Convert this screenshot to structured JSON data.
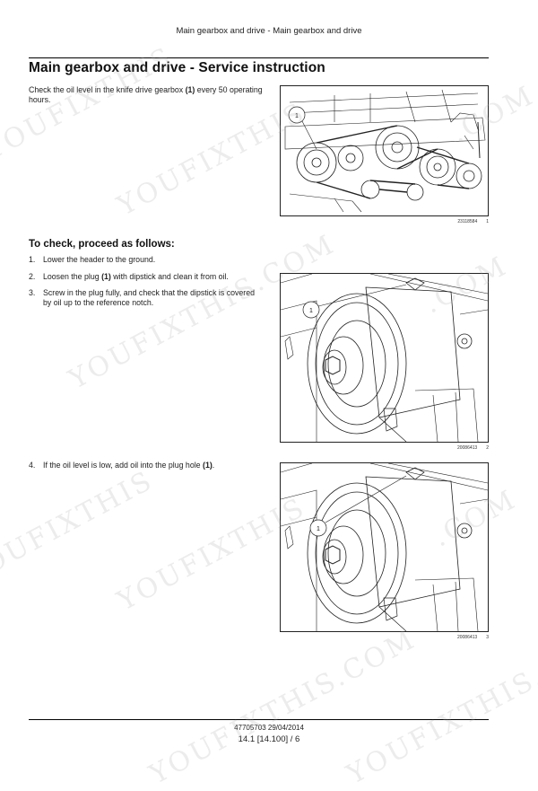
{
  "running_head": "Main gearbox and drive - Main gearbox and drive",
  "title": "Main gearbox and drive - Service instruction",
  "intro": {
    "text_before": "Check the oil level in the knife drive gearbox ",
    "ref": "(1)",
    "text_after": " every 50 operating hours."
  },
  "check_heading": "To check, proceed as follows:",
  "steps": [
    {
      "number": "1.",
      "text_before": "Lower the header to the ground.",
      "ref": "",
      "text_after": ""
    },
    {
      "number": "2.",
      "text_before": "Loosen the plug ",
      "ref": "(1)",
      "text_after": " with dipstick and clean it from oil."
    },
    {
      "number": "3.",
      "text_before": "Screw in the plug fully, and check that the dipstick is covered by oil up to the reference notch.",
      "ref": "",
      "text_after": ""
    },
    {
      "number": "4.",
      "text_before": "If the oil level is low, add oil into the plug hole ",
      "ref": "(1)",
      "text_after": "."
    }
  ],
  "figures": [
    {
      "callout": "1",
      "image_code": "23118584",
      "figure_number": "1"
    },
    {
      "callout": "1",
      "image_code": "20086413",
      "figure_number": "2"
    },
    {
      "callout": "1",
      "image_code": "20086413",
      "figure_number": "3"
    }
  ],
  "footer": {
    "doc_code": "47705703 29/04/2014",
    "page": "14.1 [14.100] / 6"
  },
  "watermark": {
    "texts": [
      "YOUFIXTHIS",
      ".COM",
      "YOUFIXTHIS",
      "YOUFIXTHIS.COM",
      ".COM",
      "YOUFIXTHIS",
      "YOUFIXTHIS",
      ".COM",
      "YOUFIXTHIS.COM",
      "YOUFIXTHIS.COM"
    ]
  }
}
